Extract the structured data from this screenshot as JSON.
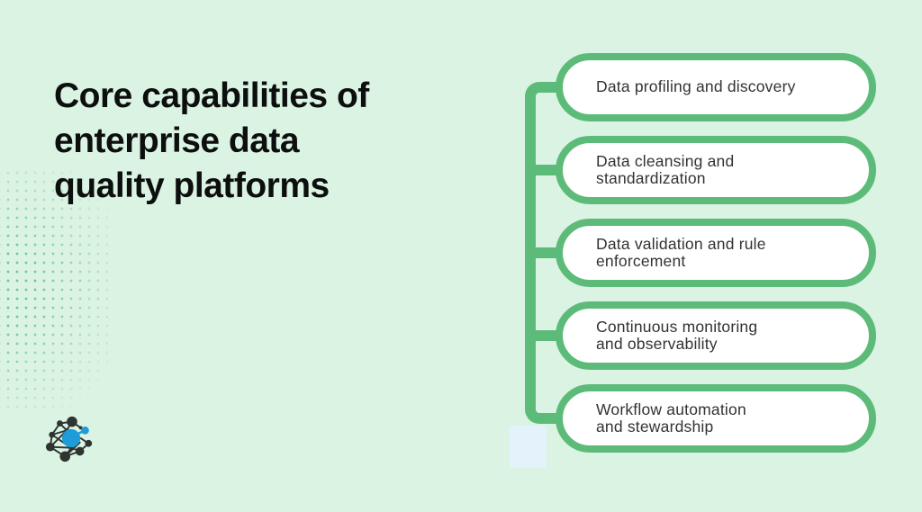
{
  "title": {
    "lines": [
      "Core capabilities of",
      "enterprise data",
      "quality platforms"
    ]
  },
  "items": [
    {
      "lines": [
        "Data profiling and discovery"
      ]
    },
    {
      "lines": [
        "Data cleansing and",
        "standardization"
      ]
    },
    {
      "lines": [
        "Data validation and rule",
        "enforcement"
      ]
    },
    {
      "lines": [
        "Continuous monitoring",
        "and observability"
      ]
    },
    {
      "lines": [
        "Workflow automation",
        "and stewardship"
      ]
    }
  ],
  "icons": {
    "logo": "network-graph-logo"
  },
  "colors": {
    "background": "#daf3e3",
    "accent_green": "#5dbb79",
    "box_fill": "#ffffff",
    "box_text": "#333333",
    "title_text": "#0d0f0e",
    "dot_green": "#56ba7a",
    "square_blue": "#e3f2fb",
    "logo_dark": "#2e3431",
    "logo_blue": "#1e9cd7"
  }
}
